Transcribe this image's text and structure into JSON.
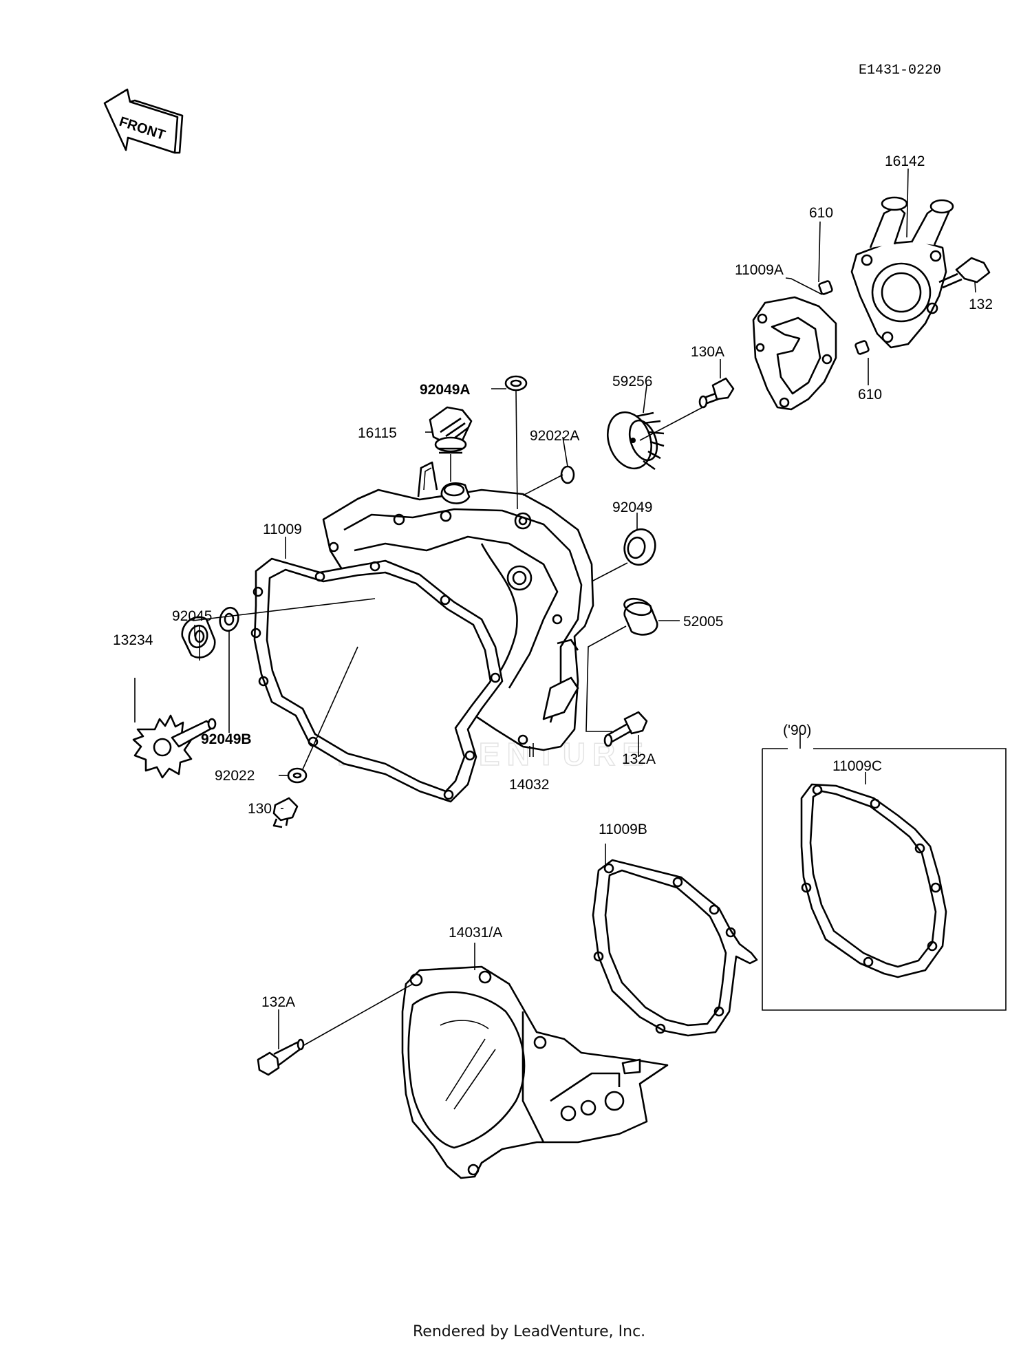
{
  "diagram_code": "E1431-0220",
  "front_label": "FRONT",
  "watermark": "LEADVENTURE",
  "footer": "Rendered by LeadVenture, Inc.",
  "year_note": "('90)",
  "parts": {
    "p16142": "16142",
    "p610_top": "610",
    "p610_bottom": "610",
    "p11009A": "11009A",
    "p132": "132",
    "p130A": "130A",
    "p59256": "59256",
    "p92049A": "92049A",
    "p16115": "16115",
    "p92022A": "92022A",
    "p92049": "92049",
    "p11009": "11009",
    "p52005": "52005",
    "p92045": "92045",
    "p13234": "13234",
    "p92049B": "92049B",
    "p132A_right": "132A",
    "p14032": "14032",
    "p92022": "92022",
    "p130": "130",
    "p11009C": "11009C",
    "p11009B": "11009B",
    "p14031A": "14031/A",
    "p132A_bottom": "132A"
  }
}
